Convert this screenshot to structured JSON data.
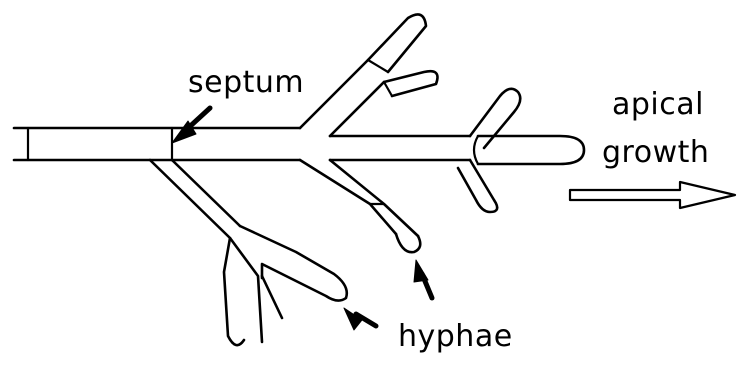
{
  "labels": {
    "septum": "septum",
    "apical_line1": "apical",
    "apical_line2": "growth",
    "hyphae": "hyphae"
  },
  "colors": {
    "stroke": "#000000",
    "background": "#ffffff"
  }
}
